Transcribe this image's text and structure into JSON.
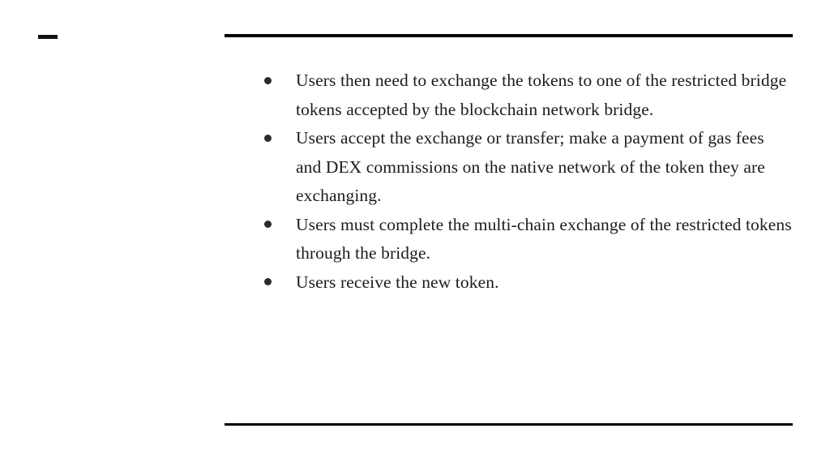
{
  "slide": {
    "background_color": "#ffffff",
    "text_color": "#1c1c1c",
    "rule_color": "#000000",
    "top_rule_label": "top-horizontal-rule",
    "bottom_rule_label": "bottom-horizontal-rule",
    "left_dash_label": "left-dash-mark"
  },
  "content": {
    "list_marker": "●",
    "bullets": [
      {
        "text": "Users then need to exchange the tokens to one of the restricted bridge tokens accepted by the blockchain network bridge.",
        "lines": [
          "Users then need to exchange the tokens to one of the",
          "restricted bridge tokens accepted by the blockchain",
          "network bridge."
        ]
      },
      {
        "text": "Users accept the exchange or transfer; make a payment of gas fees and DEX commissions on the native network of the token they are exchanging.",
        "lines": [
          "Users accept the exchange or transfer; make a payment",
          "of gas fees and DEX commissions on the native",
          "network of the token they are exchanging."
        ]
      },
      {
        "text": "Users must complete the multi-chain exchange of the restricted tokens through the bridge.",
        "lines": [
          "Users must complete the multi-chain exchange of the",
          "restricted tokens through the bridge."
        ]
      },
      {
        "text": "Users receive the new token.",
        "lines": [
          "Users receive the new token."
        ]
      }
    ]
  }
}
